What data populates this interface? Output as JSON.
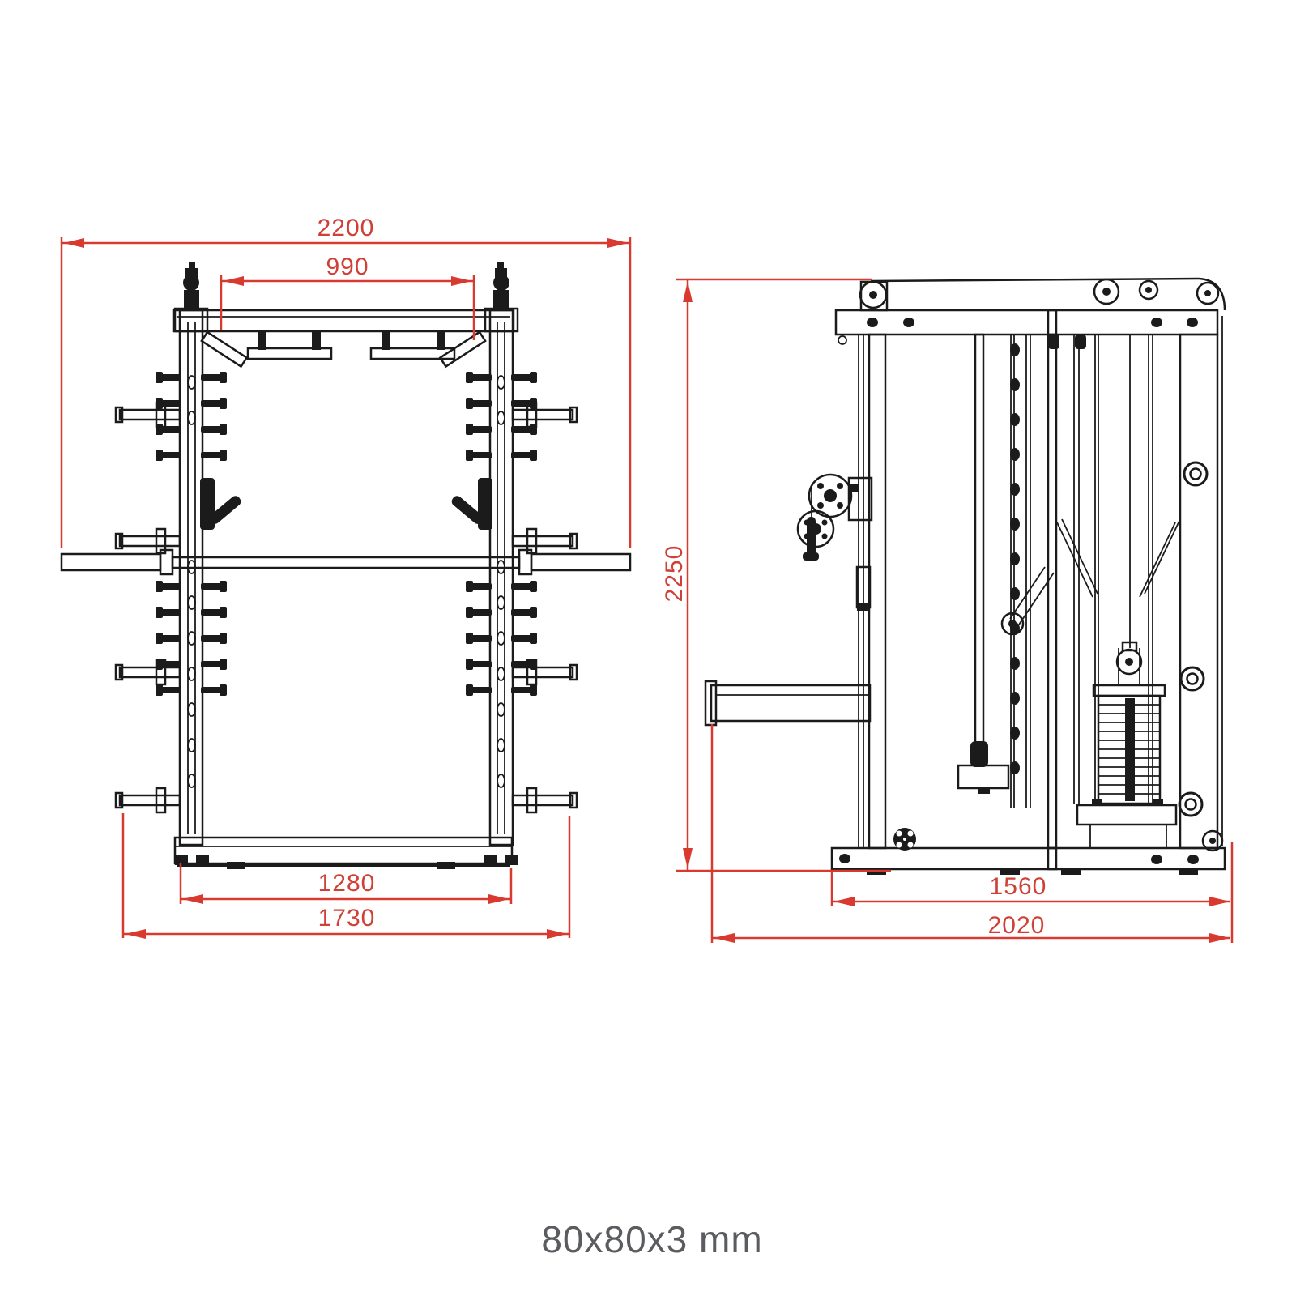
{
  "page": {
    "background_color": "#ffffff",
    "caption": "80x80x3 mm"
  },
  "drawing": {
    "kind": "two-view technical dimension drawing (smith machine / power rack)",
    "outline_color": "#1b1b1b",
    "dimension_color": "#d93a30",
    "caption_color": "#5a5c5f"
  },
  "front_view": {
    "dimensions": {
      "overall_width": "2200",
      "inner_top_width": "990",
      "base_inner_width": "1280",
      "base_outer_width": "1730"
    }
  },
  "side_view": {
    "dimensions": {
      "overall_height": "2250",
      "base_inner_depth": "1560",
      "base_outer_depth": "2020"
    }
  }
}
